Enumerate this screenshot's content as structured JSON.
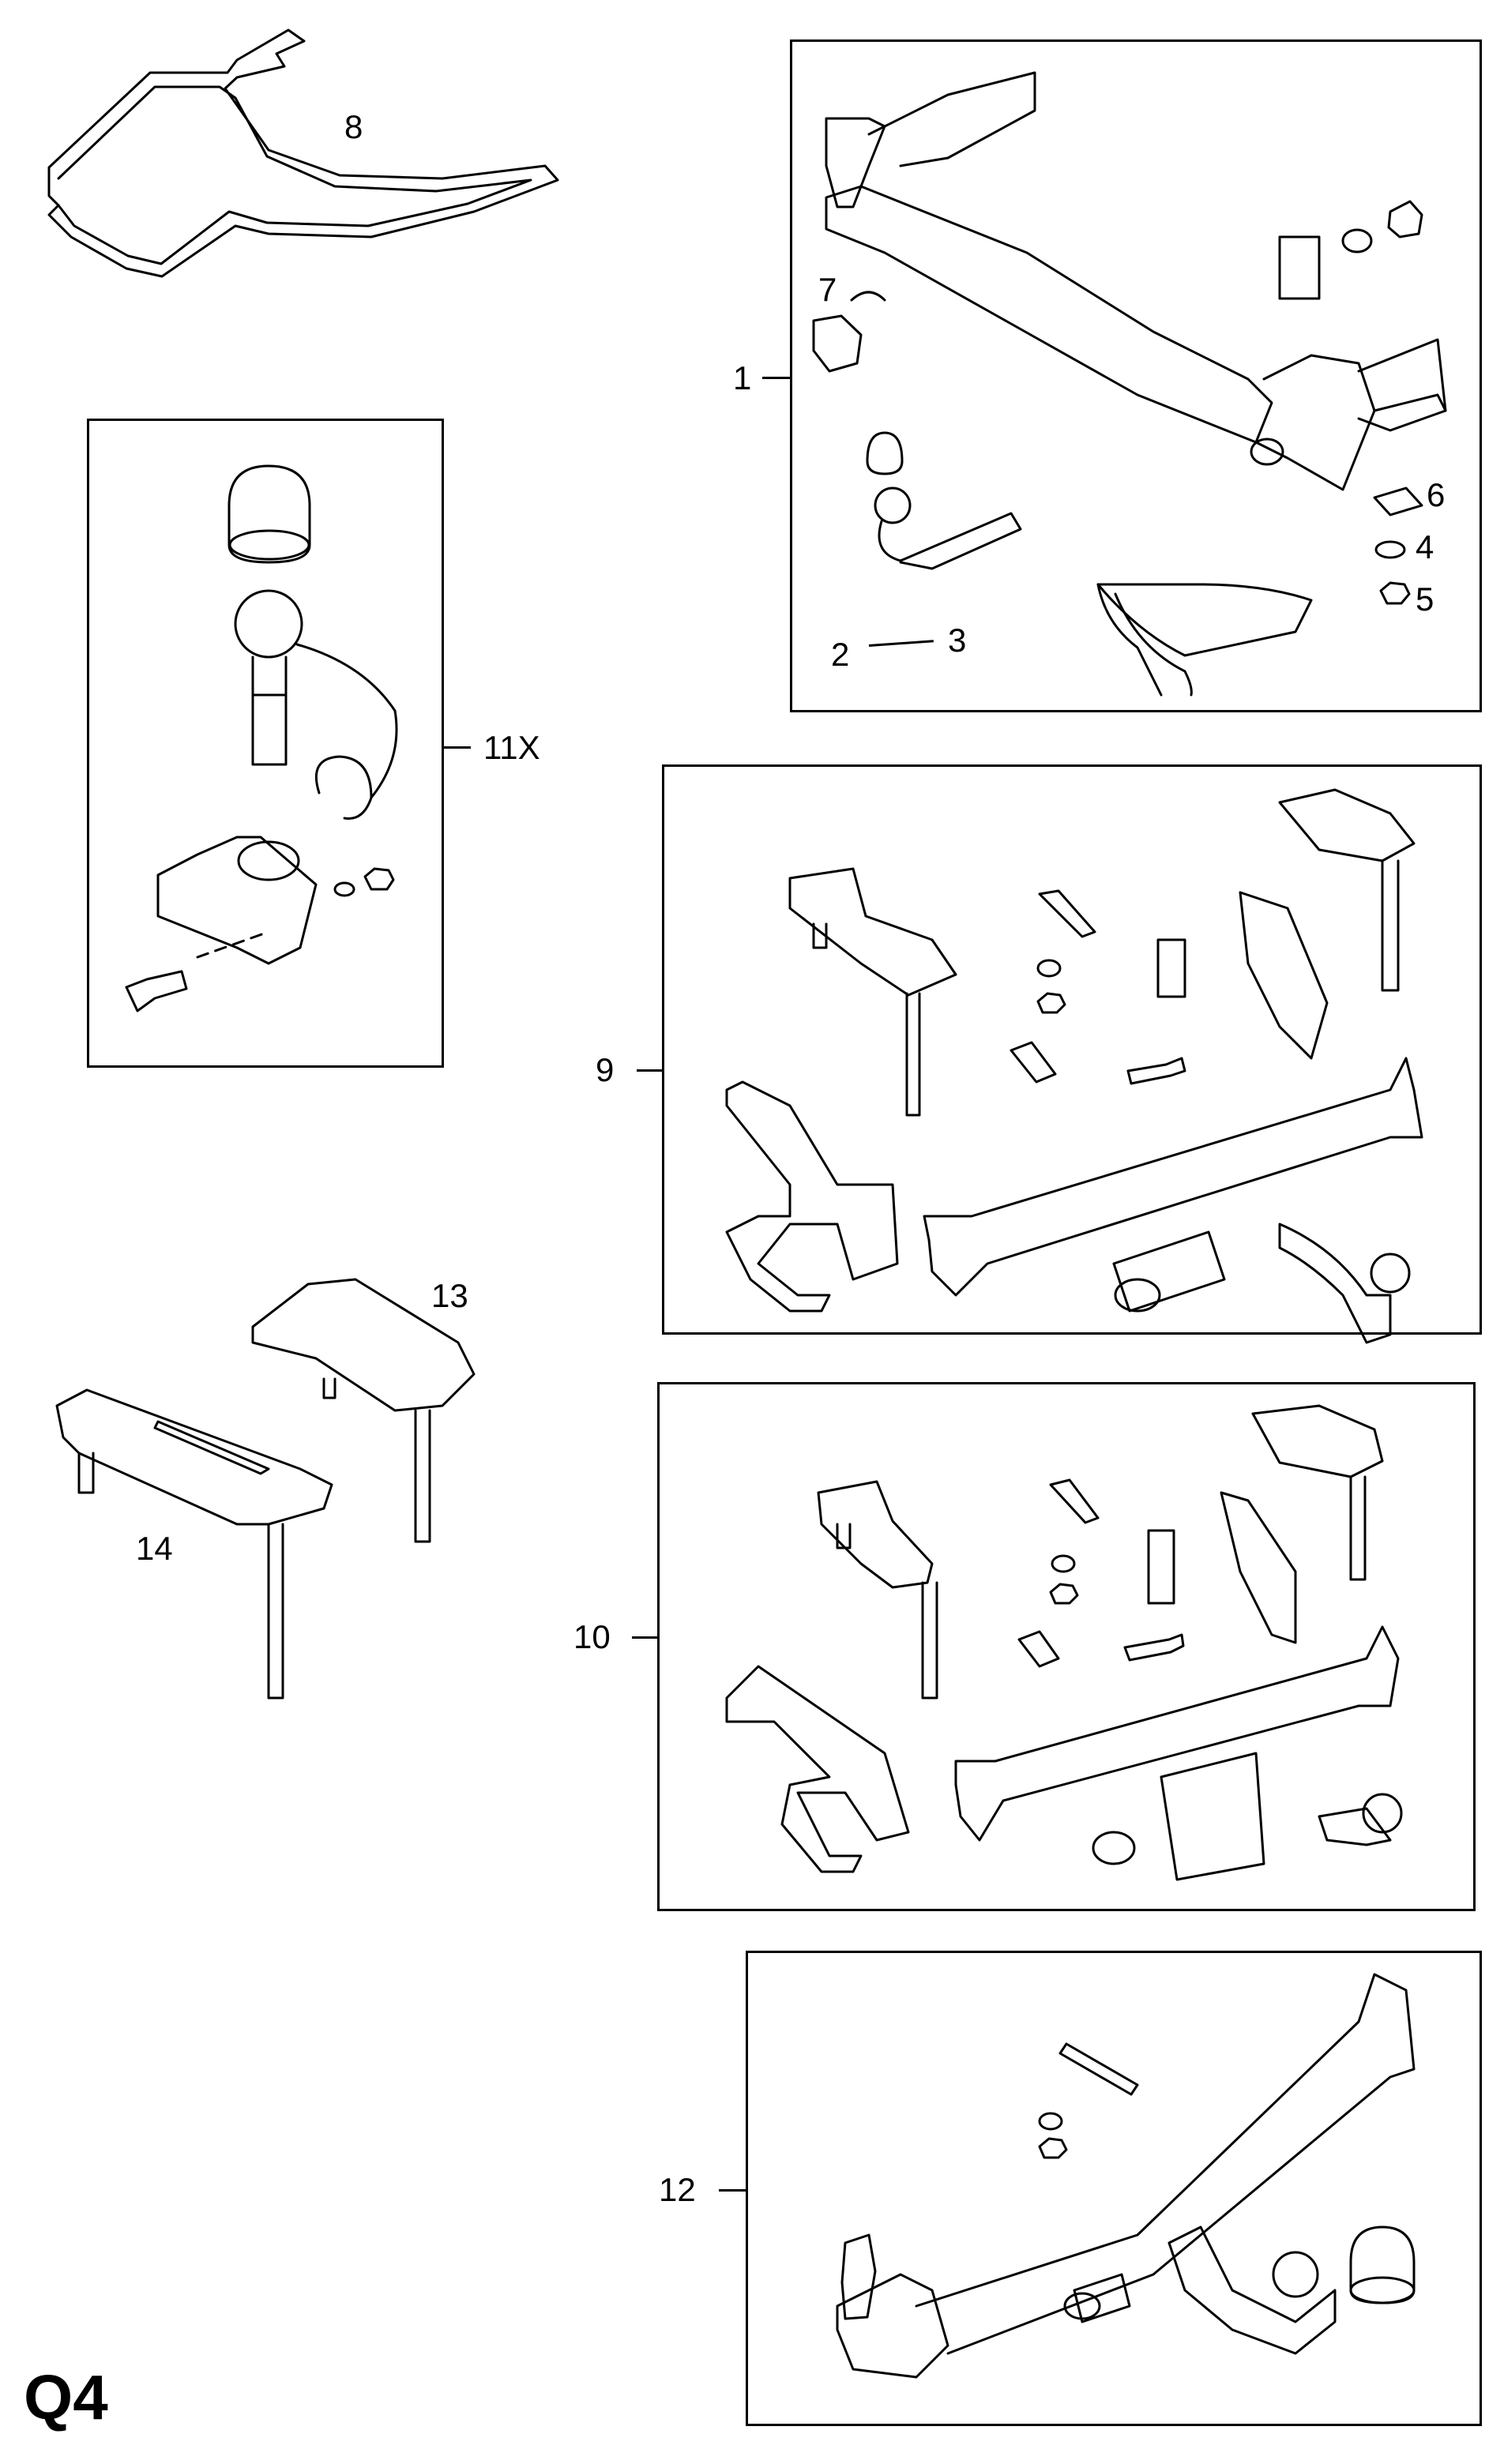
{
  "page_code": "Q4",
  "callouts": {
    "c1": "1",
    "c2": "2",
    "c3": "3",
    "c4": "4",
    "c5": "5",
    "c6": "6",
    "c7": "7",
    "c8": "8",
    "c9": "9",
    "c10": "10",
    "c11": "11X",
    "c12": "12",
    "c13": "13",
    "c14": "14"
  }
}
